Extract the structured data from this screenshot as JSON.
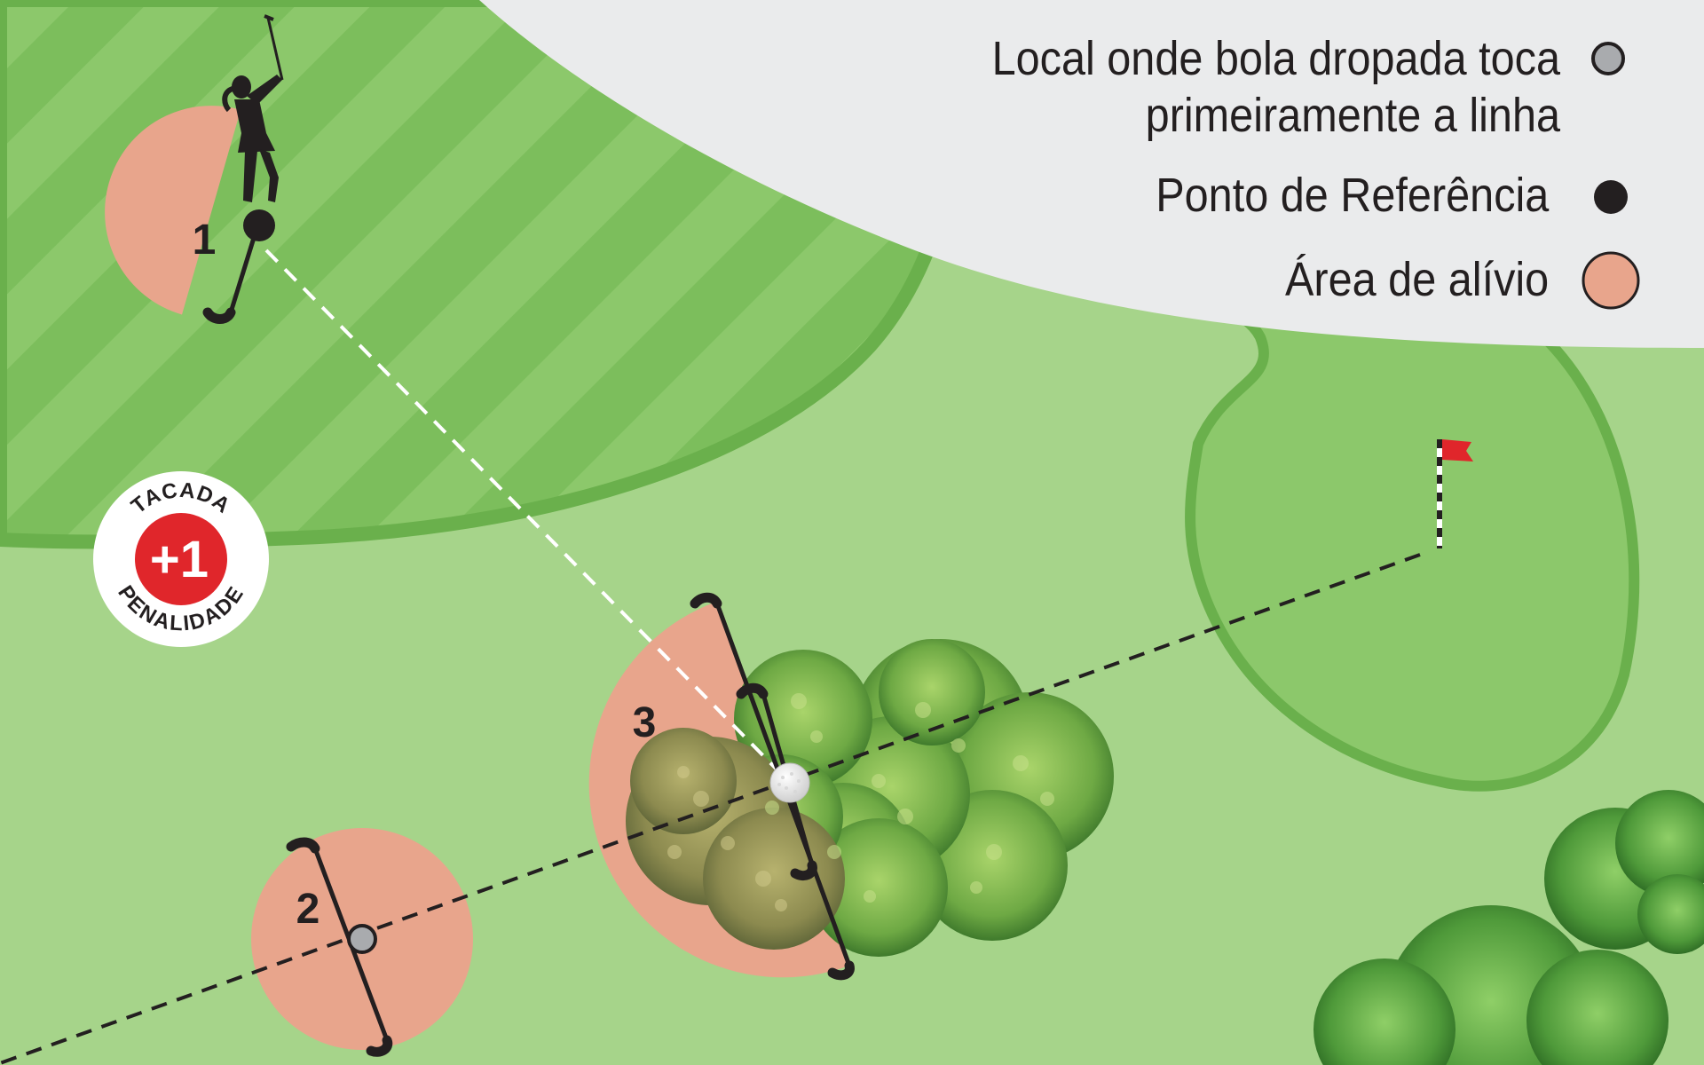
{
  "legend": {
    "items": [
      {
        "label": "Local onde bola dropada toca primeiramente a linha",
        "symbol": "grey-dot"
      },
      {
        "label": "Ponto de Referência",
        "symbol": "black-dot"
      },
      {
        "label": "Área de alívio",
        "symbol": "salmon-circle"
      }
    ]
  },
  "penalty_badge": {
    "top_text": "TACADA",
    "value": "+1",
    "bottom_text": "PENALIDADE"
  },
  "areas": [
    {
      "number": "1"
    },
    {
      "number": "2"
    },
    {
      "number": "3"
    }
  ],
  "colors": {
    "fairway_light": "#8cc86b",
    "fairway_dark": "#7cbe5c",
    "rough": "#a6d48a",
    "fairway_edge": "#6ab04c",
    "relief_area": "#e8a58c",
    "legend_panel": "#eaebec",
    "flag": "#e0262b",
    "badge_red": "#e0262b"
  }
}
